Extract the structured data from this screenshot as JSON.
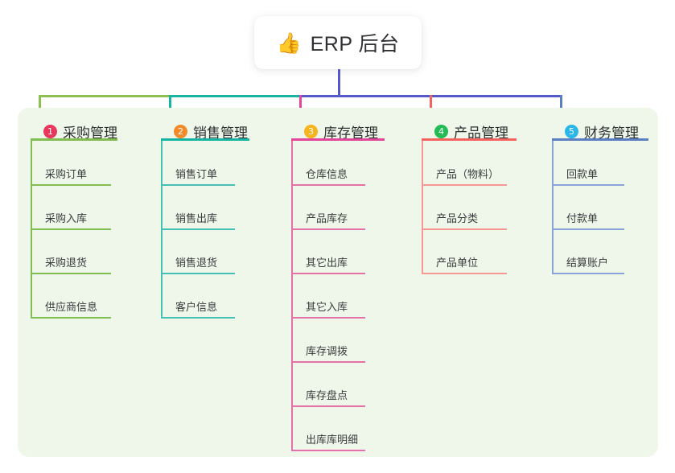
{
  "diagram": {
    "title": "ERP 后台 mind map",
    "root": {
      "icon": "thumbs-up-icon",
      "emoji": "👍",
      "label": "ERP 后台"
    },
    "panel_color": "#eef7e9",
    "connector_colors": {
      "root_drop": "#5558c8",
      "bar_left_green": "#8cc152",
      "bar_mid_teal": "#17b3a3",
      "bar_right_blue": "#5558c8"
    },
    "branches": [
      {
        "number": "1",
        "label": "采购管理",
        "badge_color": "#e8365d",
        "rule_color": "#82bd51",
        "line_color": "#82bd51",
        "drop_color": "#8cc152",
        "leaves": [
          {
            "label": "采购订单"
          },
          {
            "label": "采购入库"
          },
          {
            "label": "采购退货"
          },
          {
            "label": "供应商信息"
          }
        ]
      },
      {
        "number": "2",
        "label": "销售管理",
        "badge_color": "#f28a29",
        "rule_color": "#17b3a3",
        "line_color": "#46c0b4",
        "drop_color": "#17b3a3",
        "leaves": [
          {
            "label": "销售订单"
          },
          {
            "label": "销售出库"
          },
          {
            "label": "销售退货"
          },
          {
            "label": "客户信息"
          }
        ]
      },
      {
        "number": "3",
        "label": "库存管理",
        "badge_color": "#f6b51e",
        "rule_color": "#e2469b",
        "line_color": "#e471a8",
        "drop_color": "#e2469b",
        "leaves": [
          {
            "label": "仓库信息"
          },
          {
            "label": "产品库存"
          },
          {
            "label": "其它出库"
          },
          {
            "label": "其它入库"
          },
          {
            "label": "库存调拨"
          },
          {
            "label": "库存盘点"
          },
          {
            "label": "出库库明细"
          }
        ]
      },
      {
        "number": "4",
        "label": "产品管理",
        "badge_color": "#22bb55",
        "rule_color": "#f4635e",
        "line_color": "#f79992",
        "drop_color": "#f4635e",
        "leaves": [
          {
            "label": "产品（物料）"
          },
          {
            "label": "产品分类"
          },
          {
            "label": "产品单位"
          }
        ]
      },
      {
        "number": "5",
        "label": "财务管理",
        "badge_color": "#29b6e8",
        "rule_color": "#5a7fc4",
        "line_color": "#8aa4da",
        "drop_color": "#5a7fc4",
        "leaves": [
          {
            "label": "回款单"
          },
          {
            "label": "付款单"
          },
          {
            "label": "结算账户"
          }
        ]
      }
    ]
  }
}
